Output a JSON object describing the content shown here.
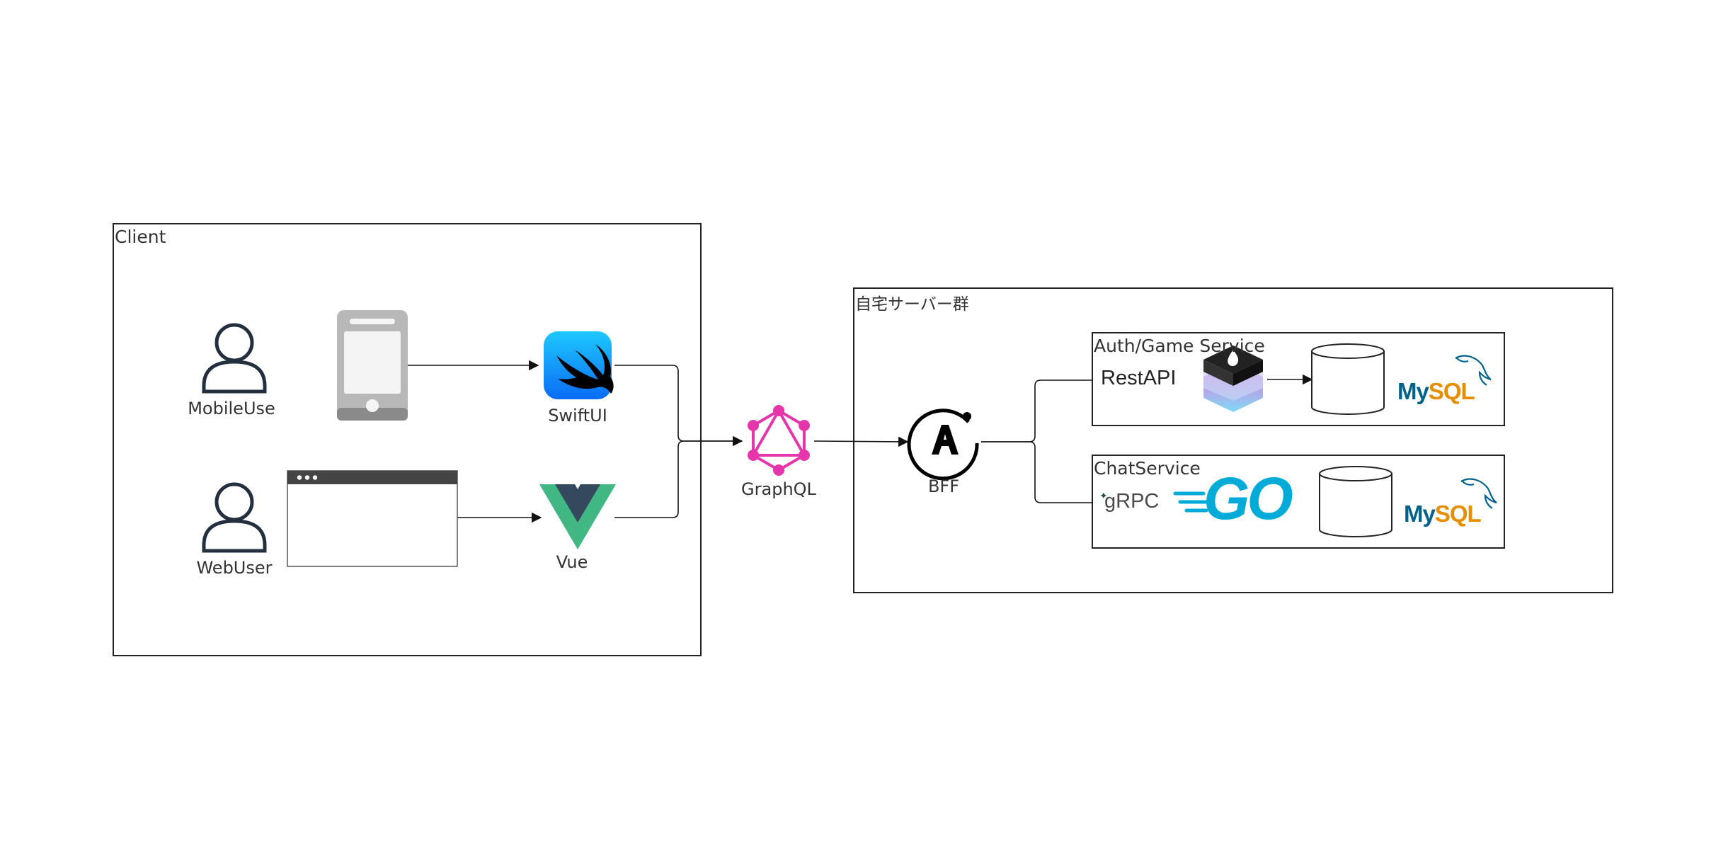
{
  "colors": {
    "stroke": "#222222",
    "line": "#111111",
    "person": "#232f3e",
    "graphql": "#e535ab",
    "swift_top": "#1ec8ff",
    "swift_bottom": "#0a6cf5",
    "vue_outer": "#41b883",
    "vue_inner": "#34495e",
    "go": "#00acd7",
    "mysql_blue": "#00618a",
    "mysql_orange": "#e48e00",
    "window_bar": "#444444",
    "device": "#b8b8b8"
  },
  "groups": {
    "client": "Client",
    "home": "自宅サーバー群",
    "auth": "Auth/Game Service",
    "chat": "ChatService"
  },
  "nodes": {
    "mobile_user": "MobileUse",
    "web_user": "WebUser",
    "swiftui": "SwiftUI",
    "vue": "Vue",
    "graphql": "GraphQL",
    "bff": "BFF",
    "restapi": "RestAPI",
    "grpc": "gRPC",
    "go": "GO",
    "mysql": "MySQL"
  },
  "icons": {
    "mobile_user": "person-icon",
    "web_user": "person-icon",
    "phone": "mobile-phone-icon",
    "browser": "browser-window-icon",
    "swiftui": "swift-icon",
    "vue": "vue-logo-icon",
    "graphql": "graphql-logo-icon",
    "bff": "apollo-logo-icon",
    "auth_framework": "hexagon-stack-logo-icon",
    "auth_db": "database-cylinder-icon",
    "chat_db": "database-cylinder-icon",
    "mysql": "mysql-logo-icon"
  }
}
